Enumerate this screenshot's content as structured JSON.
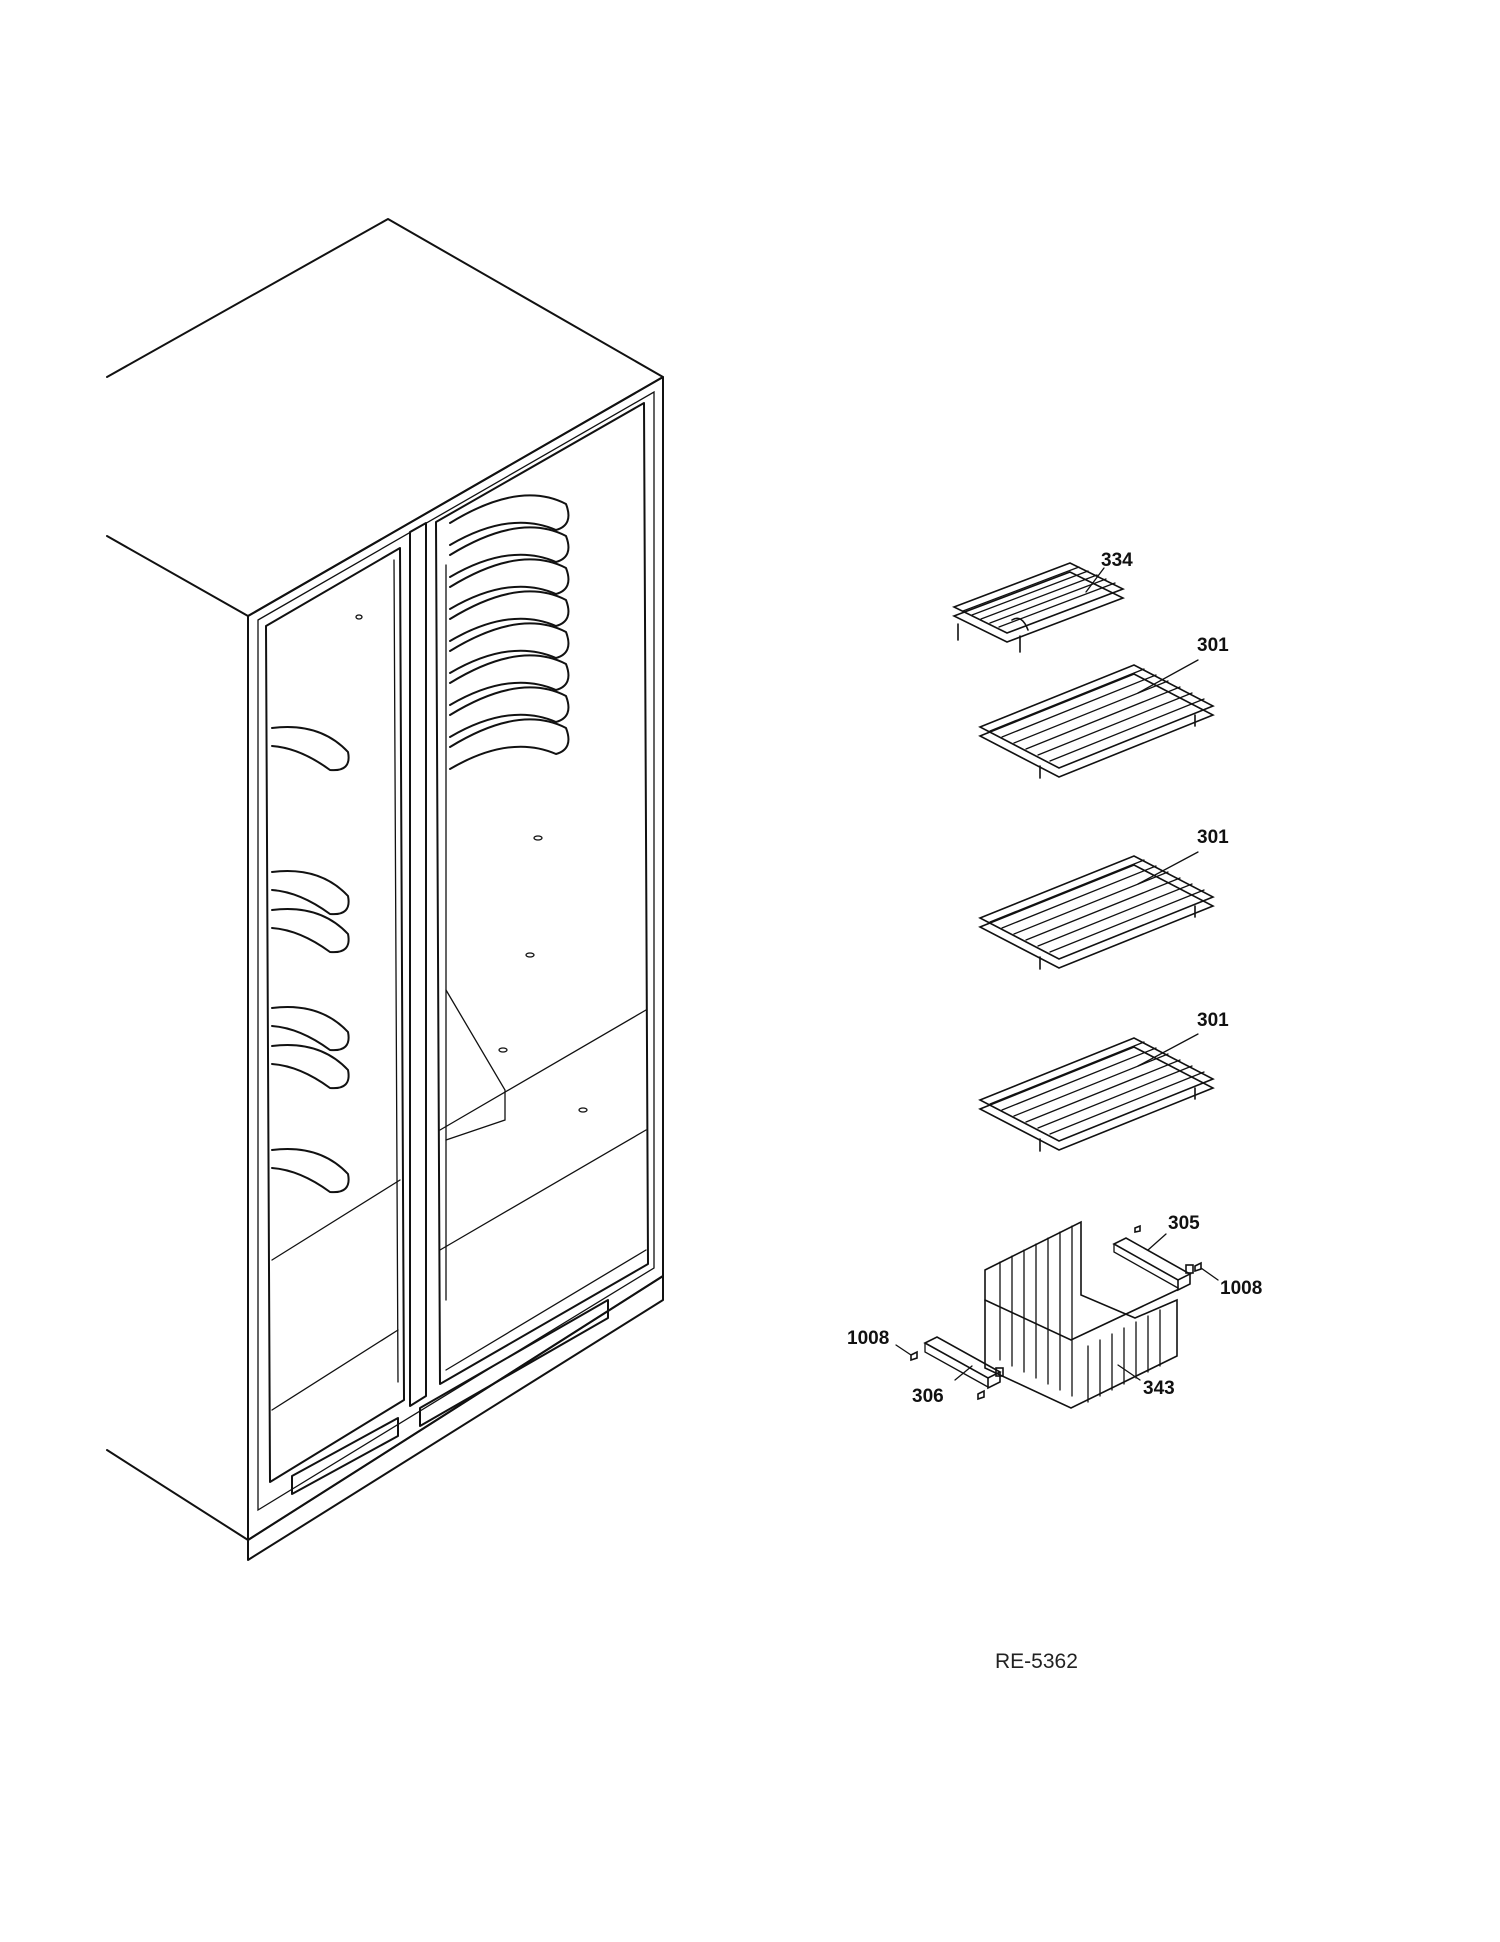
{
  "drawing_ref": "RE-5362",
  "parts": [
    {
      "id": "shelf-334",
      "number": "334"
    },
    {
      "id": "shelf-301-a",
      "number": "301"
    },
    {
      "id": "shelf-301-b",
      "number": "301"
    },
    {
      "id": "shelf-301-c",
      "number": "301"
    },
    {
      "id": "slide-305",
      "number": "305"
    },
    {
      "id": "screw-1008-right",
      "number": "1008"
    },
    {
      "id": "screw-1008-left",
      "number": "1008"
    },
    {
      "id": "slide-306",
      "number": "306"
    },
    {
      "id": "basket-343",
      "number": "343"
    }
  ],
  "colors": {
    "line": "#111111",
    "background": "#ffffff"
  }
}
